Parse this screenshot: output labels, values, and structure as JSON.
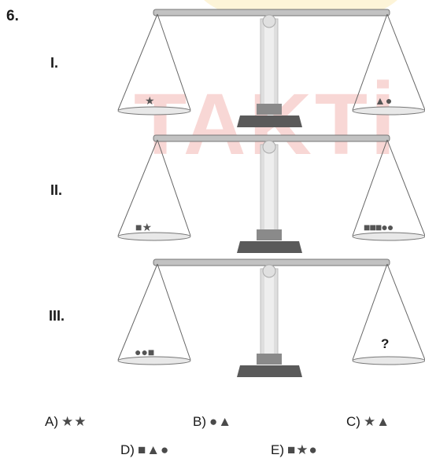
{
  "question_number": "6.",
  "watermark": "TAKTİ",
  "rows": [
    {
      "label": "I.",
      "left_pan": "★",
      "right_pan": "▲●"
    },
    {
      "label": "II.",
      "left_pan": "■★",
      "right_pan": "■■■●●"
    },
    {
      "label": "III.",
      "left_pan": "●●■",
      "right_pan": "?"
    }
  ],
  "options": [
    {
      "letter": "A)",
      "symbols": "★★"
    },
    {
      "letter": "B)",
      "symbols": "●▲"
    },
    {
      "letter": "C)",
      "symbols": "★▲"
    },
    {
      "letter": "D)",
      "symbols": "■▲●"
    },
    {
      "letter": "E)",
      "symbols": "■★●"
    }
  ],
  "colors": {
    "beam": "#b8b8b8",
    "base": "#5a5a5a",
    "post": "#d0d0d0",
    "shape": "#555555"
  }
}
